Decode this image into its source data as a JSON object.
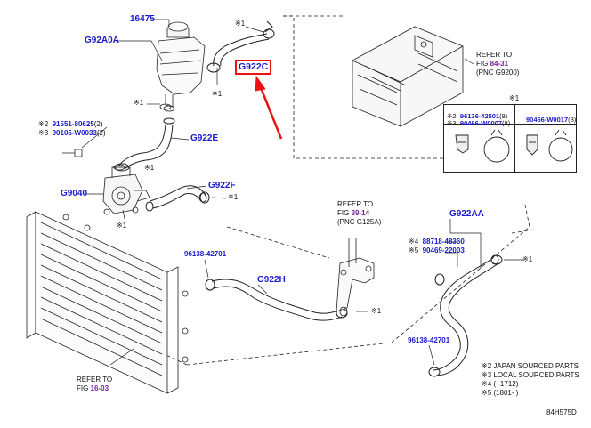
{
  "parts": {
    "p16475": "16475",
    "pG92A0A": "G92A0A",
    "pG922C": "G922C",
    "pG922E": "G922E",
    "pG922F": "G922F",
    "pG9040": "G9040",
    "pG922H": "G922H",
    "pG922AA": "G922AA",
    "p96138_a": "96138-42701",
    "p96138_b": "96138-42701"
  },
  "markers": {
    "m1": "※1"
  },
  "callouts": {
    "tl_line1_prefix": "※2",
    "tl_line1_pn": "91551-80625",
    "tl_line1_qty": "(2)",
    "tl_line2_prefix": "※3",
    "tl_line2_pn": "90105-W0033",
    "tl_line2_qty": "(2)",
    "rh_line1_prefix": "※4",
    "rh_line1_pn": "88718-48360",
    "rh_line2_prefix": "※5",
    "rh_line2_pn": "90469-22003"
  },
  "refs": {
    "inv_line1": "REFER TO",
    "inv_fig_prefix": "FIG",
    "inv_fig": "84-31",
    "inv_pnc": "(PNC G9200)",
    "mid_line1": "REFER TO",
    "mid_fig_prefix": "FIG",
    "mid_fig": "39-14",
    "mid_pnc": "(PNC G125A)",
    "rad_line1": "REFER TO",
    "rad_fig_prefix": "FIG",
    "rad_fig": "16-03"
  },
  "legend": {
    "title": "※1",
    "l1_prefix": "※2",
    "l1_pn": "96136-42501",
    "l1_qty": "(8)",
    "l2_prefix": "※3",
    "l2_pn": "90466-W0007",
    "l2_qty": "(8)",
    "r1_pn": "90466-W0017",
    "r1_qty": "(8)"
  },
  "notes": {
    "n2": "※2 JAPAN SOURCED PARTS",
    "n3": "※3 LOCAL SOURCED PARTS",
    "n4": "※4 (       -1712)",
    "n5": "※5 (1801-       )"
  },
  "figure_id": "84H575D",
  "colors": {
    "part_number": "#1a1acc",
    "highlight": "#ee1111",
    "figure_ref": "#7a1fa0"
  }
}
